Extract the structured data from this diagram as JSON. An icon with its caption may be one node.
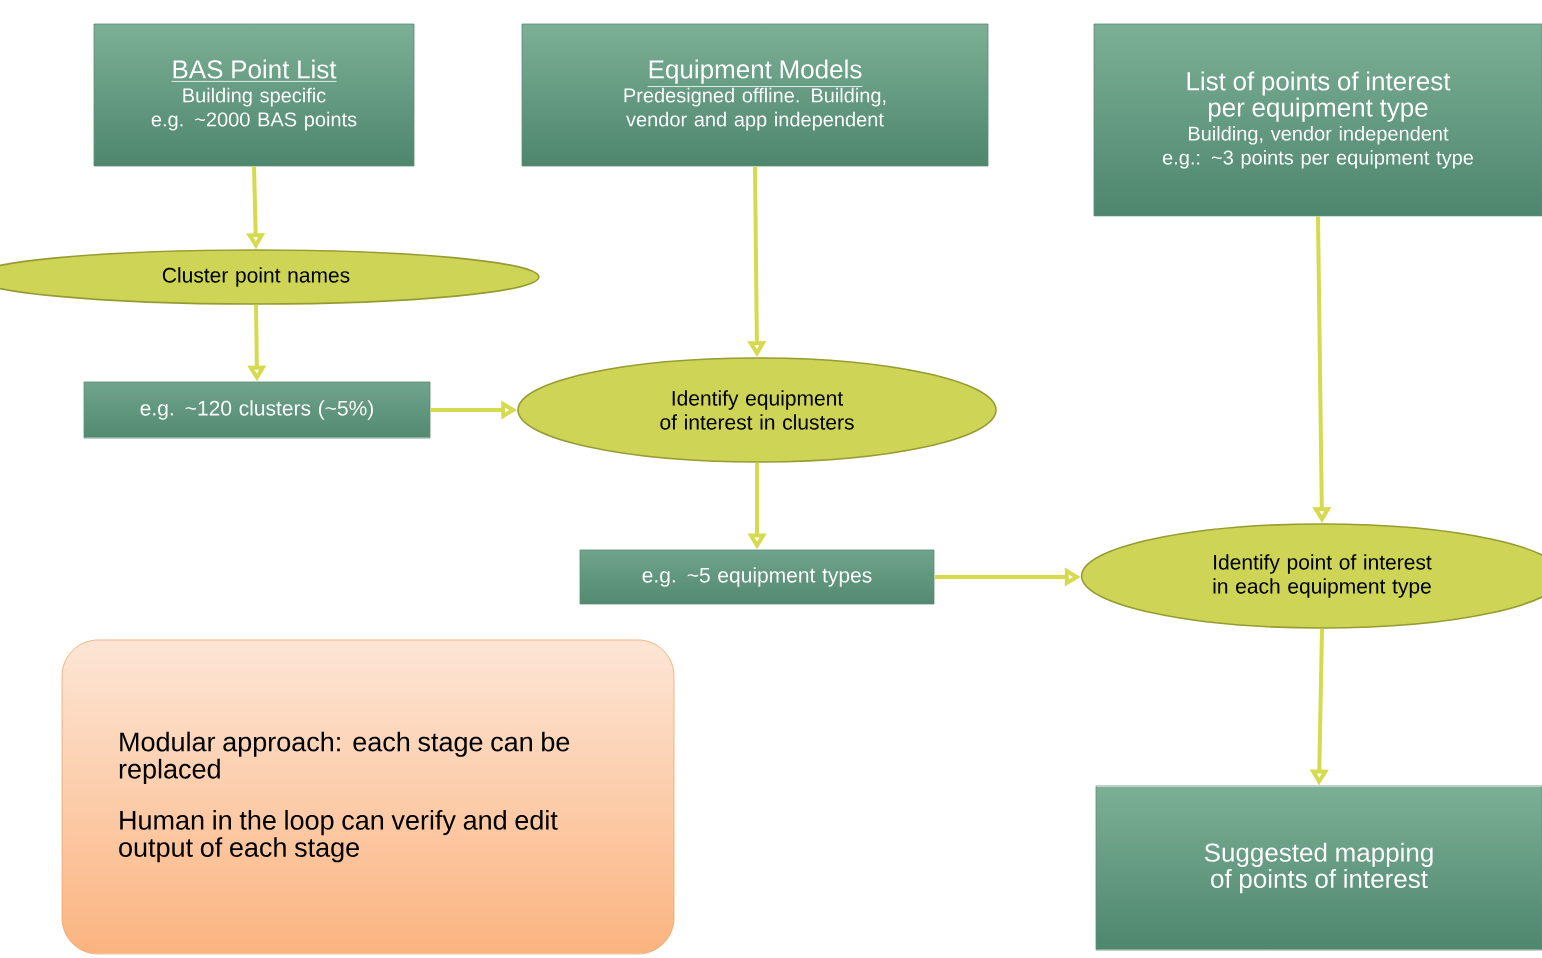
{
  "diagram": {
    "nodes": [
      {
        "text": [
          "BAS Point List",
          "Building specific",
          "e.g. ~2000 BAS points"
        ]
      },
      {
        "text": [
          "Equipment Models",
          "Predesigned offline. Building, vendor and app independent"
        ]
      },
      {
        "text": [
          "List of points of interest per equipment type",
          "Building, vendor independent",
          "e.g.: ~3 points per equipment type"
        ]
      },
      {
        "text": [
          "Cluster point names"
        ]
      },
      {
        "text": [
          "e.g. ~120 clusters (~5%)"
        ]
      },
      {
        "text": [
          "Identify equipment of interest in clusters"
        ]
      },
      {
        "text": [
          "e.g. ~5 equipment types"
        ]
      },
      {
        "text": [
          "Identify point of interest in each equipment type"
        ]
      },
      {
        "text": [
          "Modular approach: each stage can be replaced",
          "Human in the loop can verify and edit output of each stage"
        ]
      },
      {
        "text": [
          "Suggested mapping of points of interest"
        ]
      }
    ],
    "edges": [
      {
        "from": 0,
        "to": 3,
        "arrow": "to"
      },
      {
        "from": 3,
        "to": 4,
        "arrow": "to"
      },
      {
        "from": 4,
        "to": 5,
        "arrow": "to"
      },
      {
        "from": 1,
        "to": 5,
        "arrow": "to"
      },
      {
        "from": 5,
        "to": 6,
        "arrow": "to"
      },
      {
        "from": 6,
        "to": 7,
        "arrow": "to"
      },
      {
        "from": 2,
        "to": 7,
        "arrow": "to"
      },
      {
        "from": 7,
        "to": 9,
        "arrow": "to"
      }
    ]
  }
}
